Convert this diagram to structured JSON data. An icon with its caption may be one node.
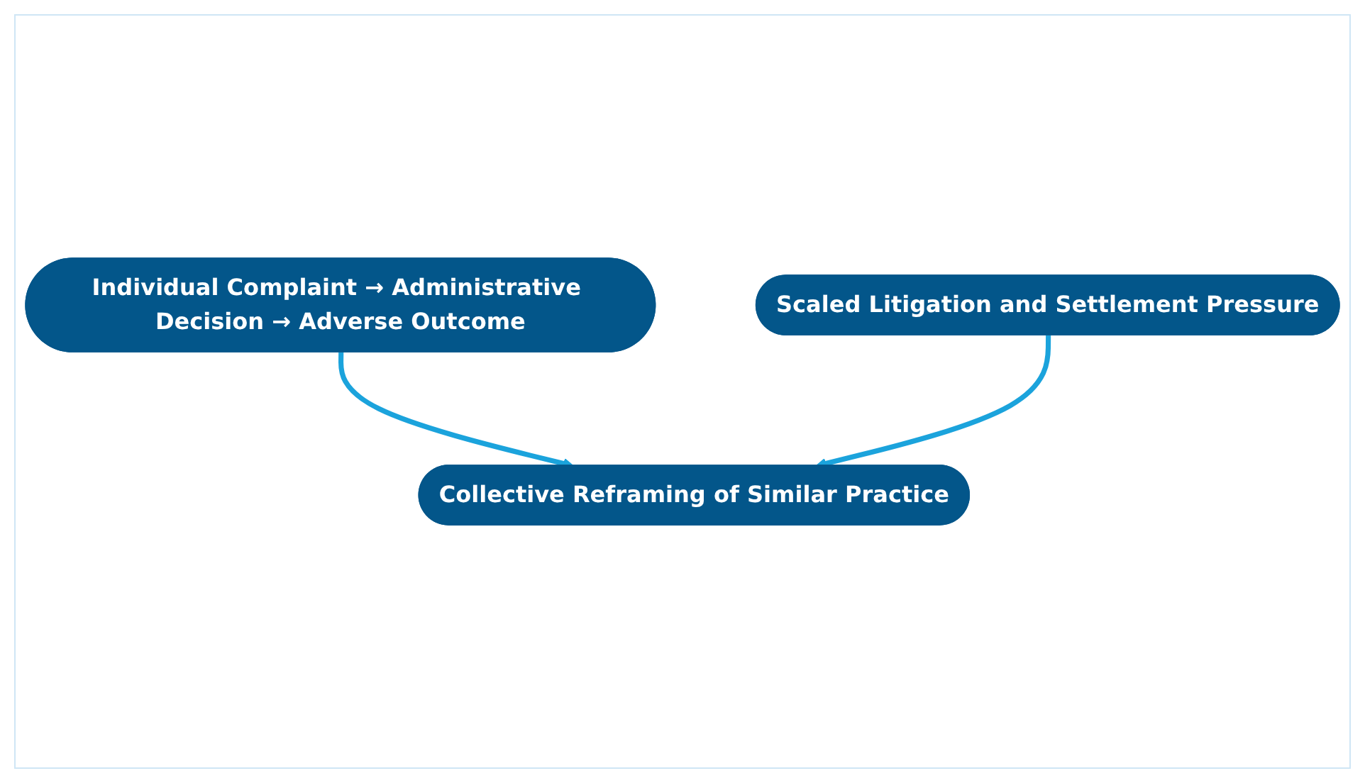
{
  "diagram": {
    "nodes": [
      {
        "text": [
          "Individual Complaint → Administrative Decision → Adverse Outcome"
        ]
      },
      {
        "text": [
          "Collective Reframing of Similar Practice"
        ]
      },
      {
        "text": [
          "Scaled Litigation and Settlement Pressure"
        ]
      }
    ],
    "edges": [
      {
        "from": 0,
        "to": 1,
        "arrow": "to"
      },
      {
        "from": 2,
        "to": 1,
        "arrow": "to"
      }
    ]
  }
}
